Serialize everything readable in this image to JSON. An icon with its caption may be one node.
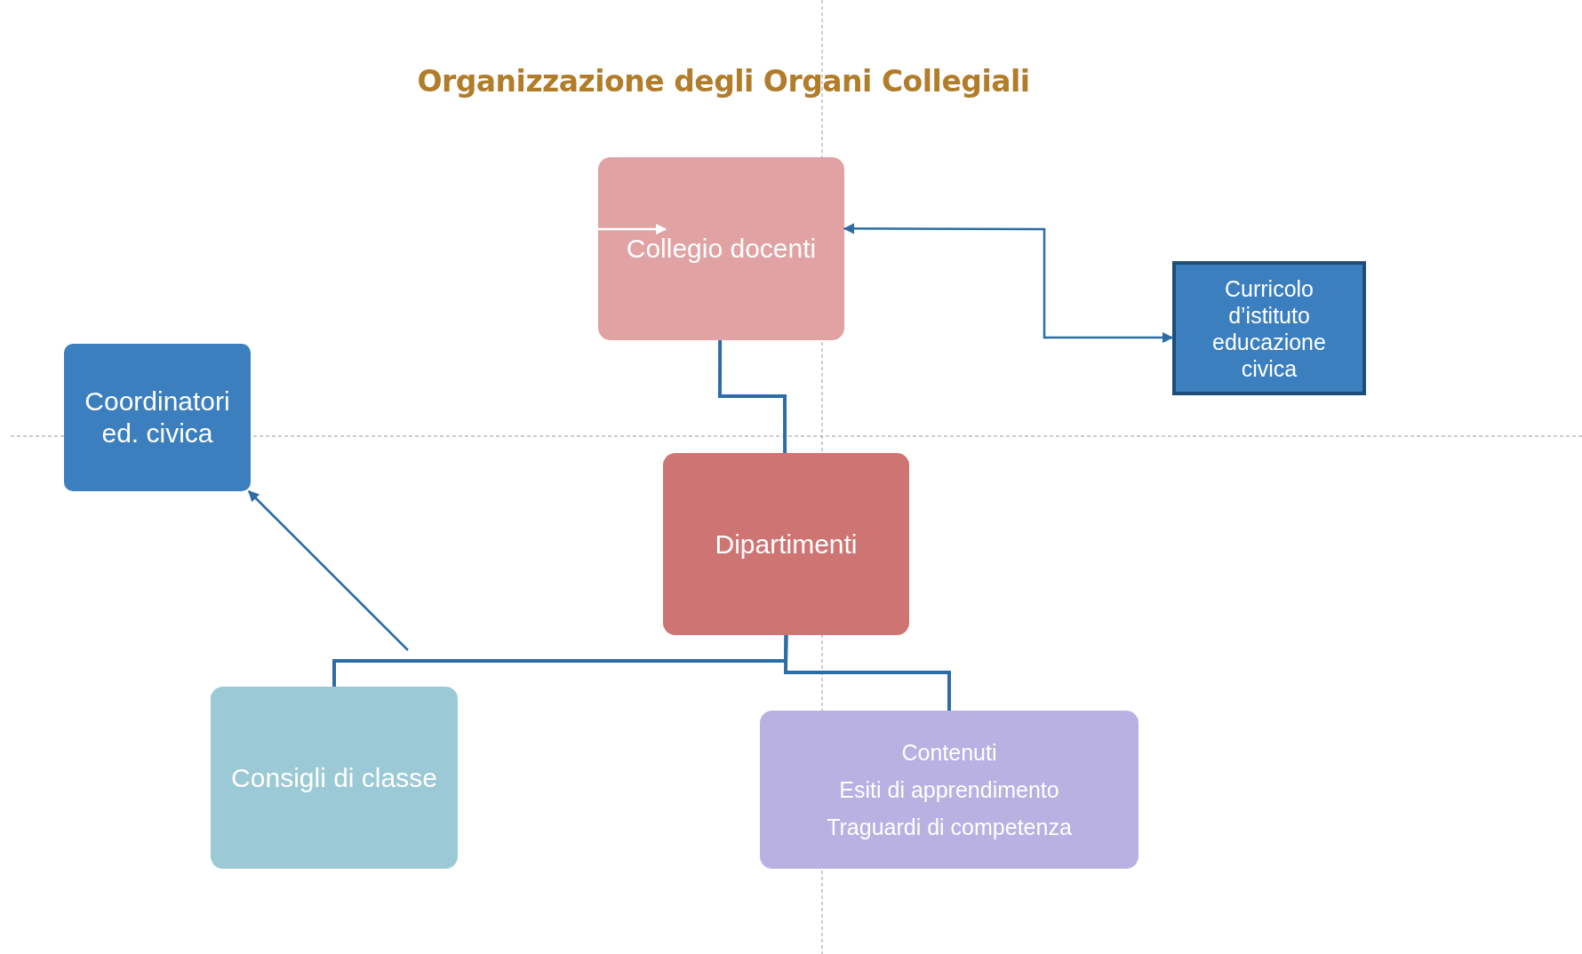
{
  "diagram": {
    "title": "Organizzazione degli Organi Collegiali",
    "nodes": [
      {
        "text": [
          "Collegio docenti"
        ]
      },
      {
        "text": [
          "Curricolo d’istituto educazione civica"
        ]
      },
      {
        "text": [
          "Coordinatori ed. civica"
        ]
      },
      {
        "text": [
          "Dipartimenti"
        ]
      },
      {
        "text": [
          "Consigli di classe"
        ]
      },
      {
        "text": [
          "Contenuti",
          "Esiti di apprendimento",
          "Traguardi di competenza"
        ]
      }
    ],
    "edges": [
      {
        "from": 0,
        "to": 3,
        "arrow": "none"
      },
      {
        "from": 3,
        "to": 4,
        "arrow": "none"
      },
      {
        "from": 3,
        "to": 5,
        "arrow": "none"
      },
      {
        "from": null,
        "to": 2,
        "arrow": "to"
      },
      {
        "from": 0,
        "to": 1,
        "arrow": "both"
      },
      {
        "from": null,
        "to": 0,
        "arrow": "to",
        "color": "#ffffff"
      }
    ]
  }
}
